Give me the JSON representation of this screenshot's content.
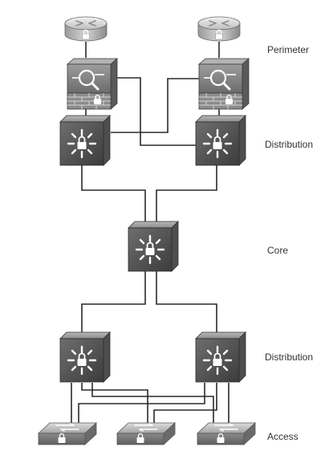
{
  "tiers": {
    "perimeter": "Perimeter",
    "distribution_top": "Distribution",
    "core": "Core",
    "distribution_bottom": "Distribution",
    "access": "Access"
  },
  "devices": {
    "routers": [
      {
        "icon": "router-icon"
      },
      {
        "icon": "router-icon"
      }
    ],
    "firewalls": [
      {
        "icon": "firewall-inspection-icon"
      },
      {
        "icon": "firewall-inspection-icon"
      }
    ],
    "distribution_top": [
      {
        "icon": "layer3-switch-icon"
      },
      {
        "icon": "layer3-switch-icon"
      }
    ],
    "core": [
      {
        "icon": "layer3-switch-icon"
      }
    ],
    "distribution_bottom": [
      {
        "icon": "layer3-switch-icon"
      },
      {
        "icon": "layer3-switch-icon"
      }
    ],
    "access": [
      {
        "icon": "workgroup-switch-icon"
      },
      {
        "icon": "workgroup-switch-icon"
      },
      {
        "icon": "workgroup-switch-icon"
      }
    ]
  },
  "colors": {
    "device_dark": "#4a4a4a",
    "device_mid": "#7a7a7a",
    "device_light": "#c8c8c8",
    "link": "#2a2a2a"
  }
}
